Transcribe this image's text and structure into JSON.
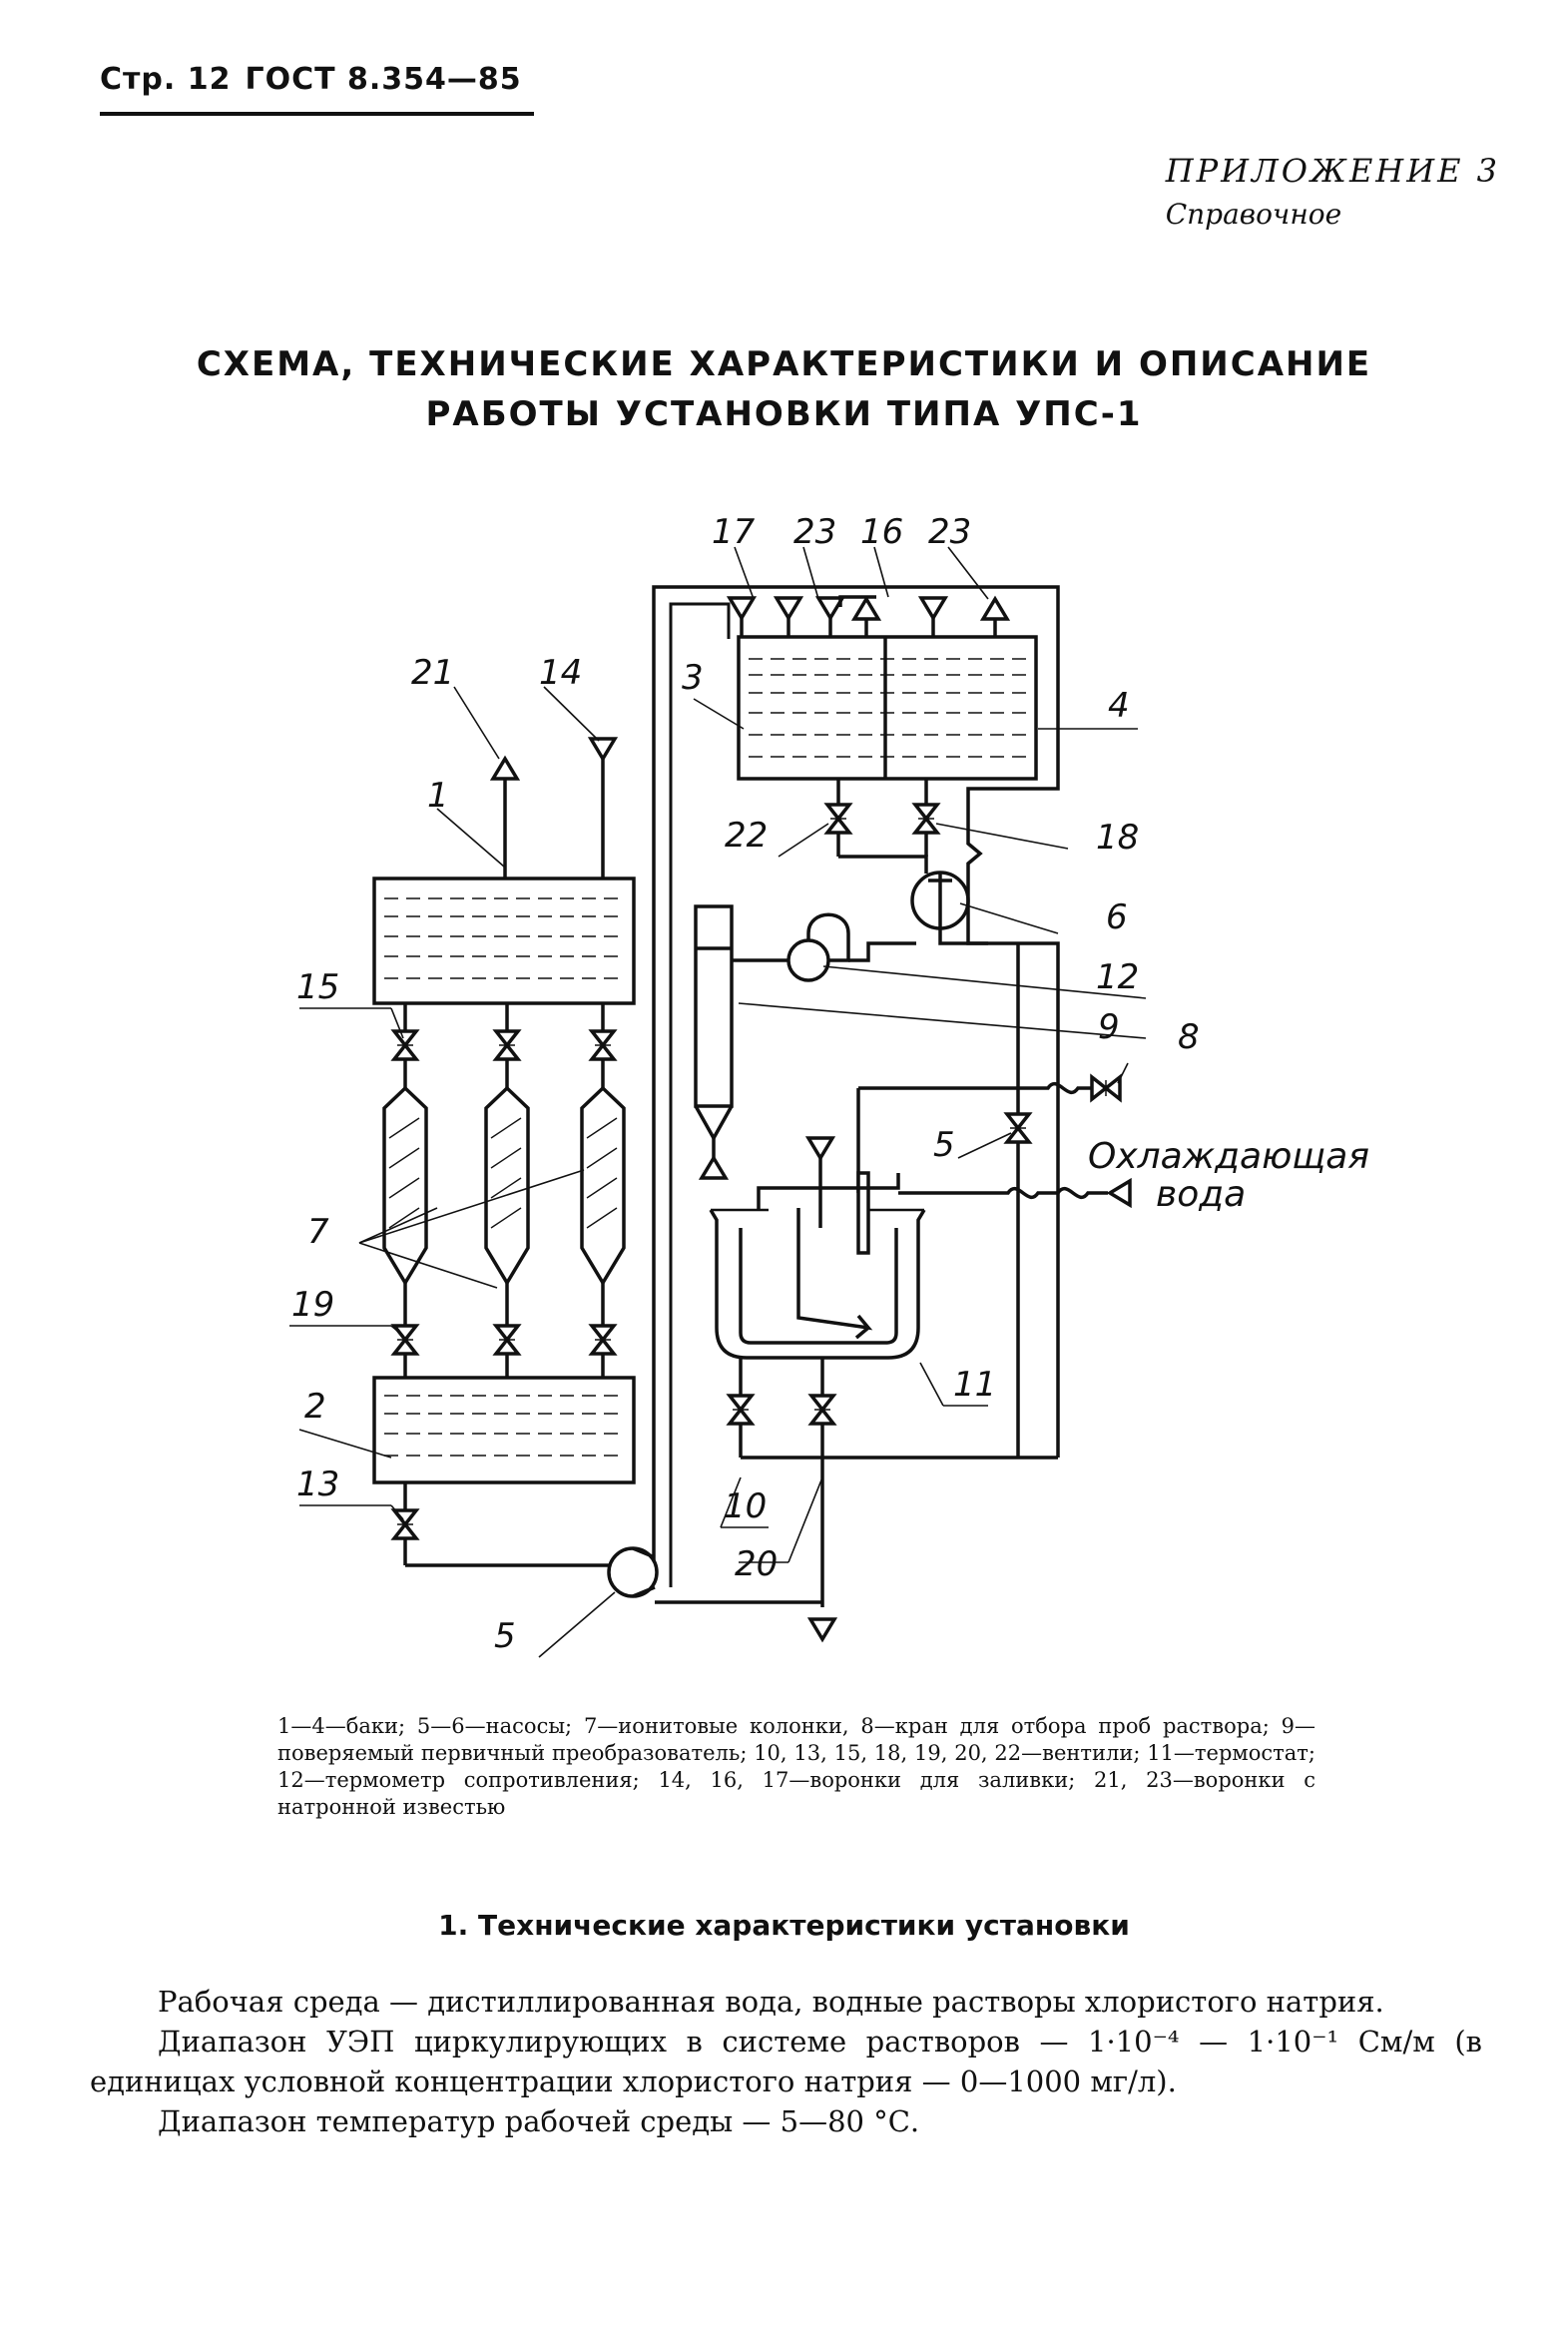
{
  "header": {
    "page": "Стр. 12",
    "gost": "ГОСТ 8.354—85"
  },
  "appendix": {
    "title": "ПРИЛОЖЕНИЕ 3",
    "subtitle": "Справочное"
  },
  "title": {
    "line1": "СХЕМА, ТЕХНИЧЕСКИЕ ХАРАКТЕРИСТИКИ И ОПИСАНИЕ",
    "line2": "РАБОТЫ УСТАНОВКИ ТИПА УПС-1"
  },
  "diagram": {
    "labels": {
      "n17": "17",
      "n23a": "23",
      "n16": "16",
      "n23b": "23",
      "n21": "21",
      "n14": "14",
      "n3": "3",
      "n4": "4",
      "n1": "1",
      "n22": "22",
      "n18": "18",
      "n6": "6",
      "n12": "12",
      "n15": "15",
      "n9": "9",
      "n8": "8",
      "n5a": "5",
      "n7": "7",
      "n19": "19",
      "n2": "2",
      "n13": "13",
      "n11": "11",
      "n10": "10",
      "n20": "20",
      "n5b": "5"
    },
    "cooling_water": "Охлаждающая",
    "cooling_water_2": "вода"
  },
  "caption": "1—4—баки; 5—6—насосы; 7—ионитовые колонки, 8—кран для отбора проб раствора; 9—поверяемый первичный преобразователь; 10, 13, 15, 18, 19, 20, 22—вентили; 11—термостат; 12—термометр сопротивления; 14, 16, 17—воронки для заливки; 21, 23—воронки с натронной известью",
  "section": {
    "title": "1. Технические характеристики установки",
    "paragraphs": [
      "Рабочая среда — дистиллированная вода, водные растворы хлористого натрия.",
      "Диапазон УЭП циркулирующих в системе растворов — 1·10⁻⁴ — 1·10⁻¹ См/м (в единицах условной концентрации хлористого натрия — 0—1000 мг/л).",
      "Диапазон температур рабочей среды — 5—80 °С."
    ]
  }
}
